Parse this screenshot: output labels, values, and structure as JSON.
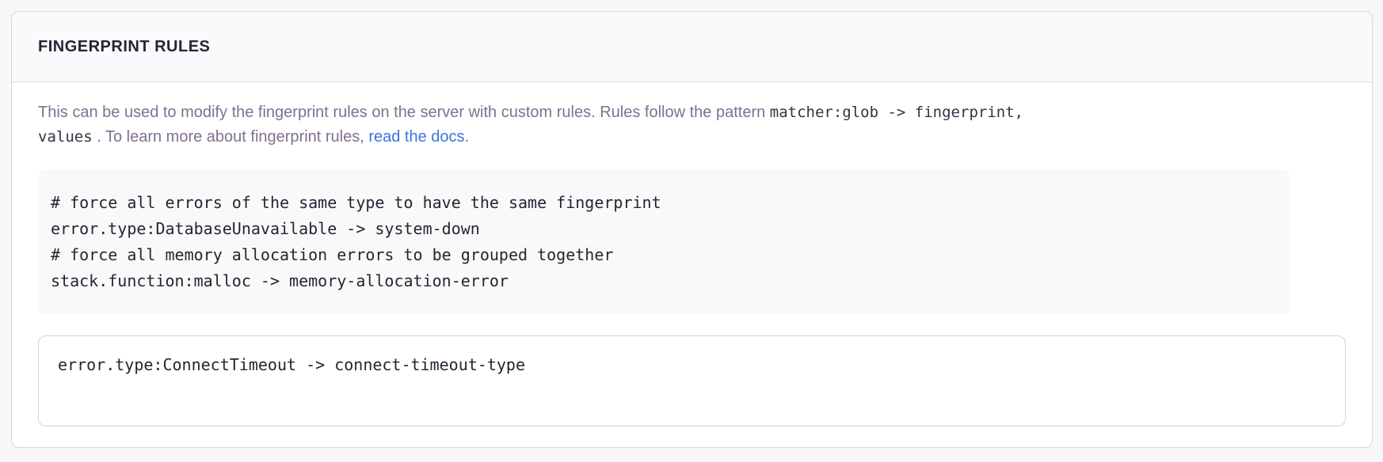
{
  "panel": {
    "title": "FINGERPRINT RULES",
    "description": {
      "intro": "This can be used to modify the fingerprint rules on the server with custom rules. Rules follow the pattern ",
      "pattern_code_line1": "matcher:glob -> fingerprint,",
      "pattern_code_line2": "values",
      "middle": " . To learn more about fingerprint rules, ",
      "link_label": "read the docs."
    },
    "example_rules": "# force all errors of the same type to have the same fingerprint\nerror.type:DatabaseUnavailable -> system-down\n# force all memory allocation errors to be grouped together\nstack.function:malloc -> memory-allocation-error",
    "rules_input": {
      "value": "error.type:ConnectTimeout -> connect-timeout-type"
    },
    "colors": {
      "link": "#3c74dd",
      "heading_text": "#2b2233",
      "body_text": "#80708f",
      "code_text": "#2b2233",
      "panel_border": "#d8d5df",
      "header_background": "#faf9fb",
      "code_block_background": "#f9f9fa",
      "page_background": "#f7f6f9"
    }
  }
}
